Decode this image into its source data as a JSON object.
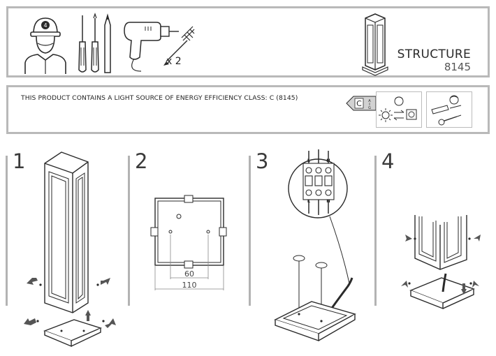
{
  "header": {
    "title": "STRUCTURE",
    "code": "8145",
    "drill_quantity": "x 2"
  },
  "energy": {
    "text": "THIS PRODUCT CONTAINS A LIGHT SOURCE OF ENERGY EFFICIENCY CLASS: C (8145)",
    "class_letter": "C",
    "scale_top": "A",
    "scale_bottom": "G"
  },
  "steps": [
    {
      "number": "1"
    },
    {
      "number": "2",
      "dim_inner": "60",
      "dim_outer": "110"
    },
    {
      "number": "3",
      "terminal_labels": [
        "L",
        "N",
        "L",
        "N"
      ]
    },
    {
      "number": "4"
    }
  ],
  "colors": {
    "frame": "#b9b9b9",
    "line": "#2a2a2a",
    "arrow": "#555555"
  }
}
